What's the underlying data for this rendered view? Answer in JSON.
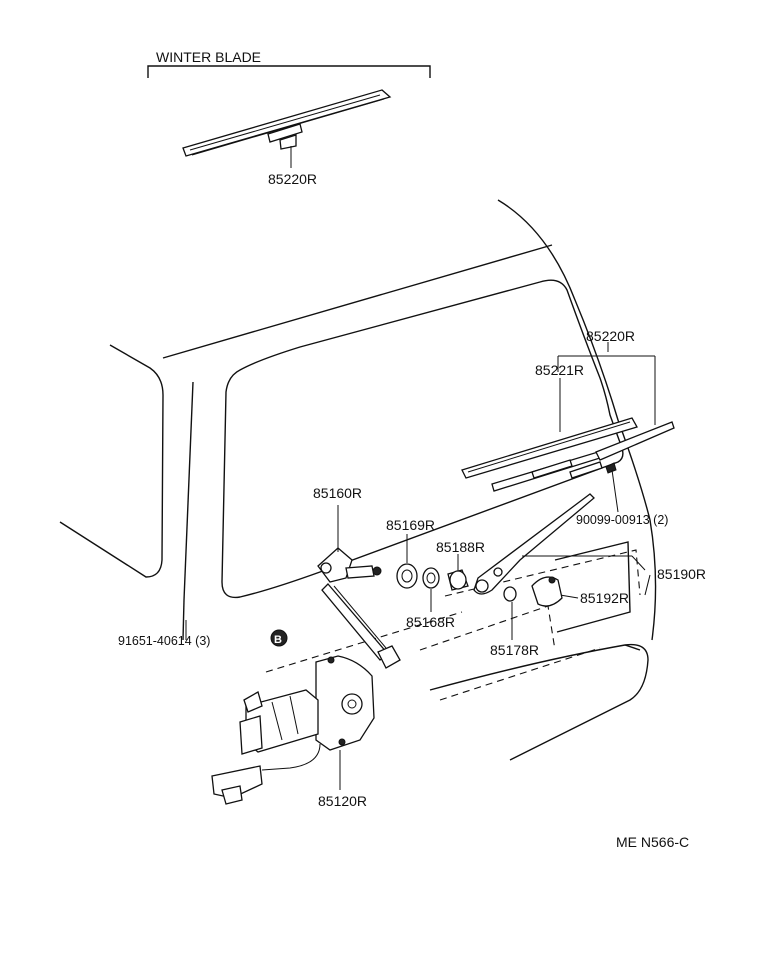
{
  "header": {
    "winter_blade_label": "WINTER BLADE"
  },
  "parts": {
    "winter_blade": "85220R",
    "wiper_blade": "85220R",
    "blade_rubber": "85221R",
    "arm_screw": "90099-00913 (2)",
    "pivot": "85160R",
    "bushing_a": "85169R",
    "bushing_b": "85188R",
    "wiper_arm": "85190R",
    "washer": "85168R",
    "cap": "85192R",
    "nut": "85178R",
    "bolt": "91651-40614 (3)",
    "bolt_marker": "B",
    "motor": "85120R"
  },
  "footer": {
    "drawing_code": "ME N566-C"
  }
}
